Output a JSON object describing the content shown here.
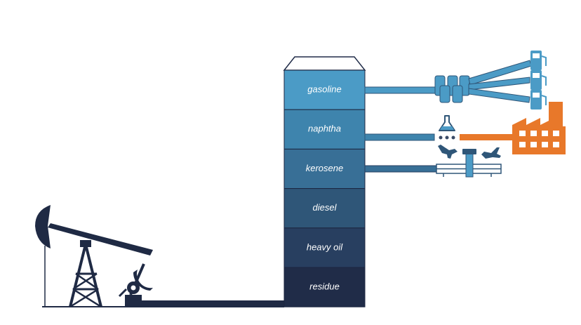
{
  "column": {
    "segments": [
      {
        "label": "gasoline",
        "color": "#4b9bc6"
      },
      {
        "label": "naphtha",
        "color": "#3e84ad"
      },
      {
        "label": "kerosene",
        "color": "#386f96"
      },
      {
        "label": "diesel",
        "color": "#2f5678"
      },
      {
        "label": "heavy oil",
        "color": "#283f60"
      },
      {
        "label": "residue",
        "color": "#202c48"
      }
    ]
  },
  "colors": {
    "pumpjack": "#1f2a44",
    "pipe_light": "#4b9bc6",
    "pipe_mid": "#3e84ad",
    "factory": "#e8782a",
    "dots": "#3a4a66"
  },
  "icons": [
    "pumpjack-icon",
    "fuel-pump-icon",
    "flask-icon",
    "factory-icon",
    "airport-icon",
    "airplane-landing-icon",
    "airplane-takeoff-icon"
  ]
}
